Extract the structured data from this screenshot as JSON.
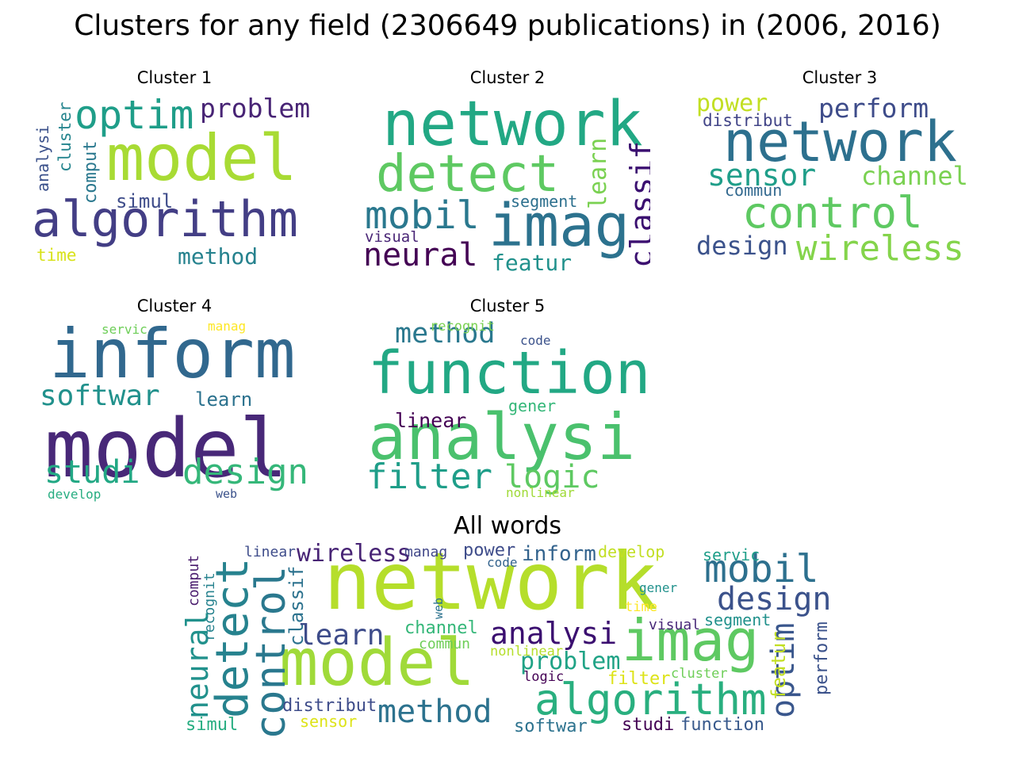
{
  "title": "Clusters for any field (2306649 publications) in (2006, 2016)",
  "panels": [
    {
      "title": "Cluster 1",
      "words": [
        {
          "text": "model",
          "color": "#a8db34"
        },
        {
          "text": "algorithm",
          "color": "#433e85"
        },
        {
          "text": "optim",
          "color": "#1f9e89"
        },
        {
          "text": "problem",
          "color": "#482475"
        },
        {
          "text": "method",
          "color": "#26828e"
        },
        {
          "text": "simul",
          "color": "#3e4c8a"
        },
        {
          "text": "comput",
          "color": "#2a788e"
        },
        {
          "text": "cluster",
          "color": "#25858e"
        },
        {
          "text": "analysi",
          "color": "#3b518b"
        },
        {
          "text": "time",
          "color": "#d8e219"
        }
      ]
    },
    {
      "title": "Cluster 2",
      "words": [
        {
          "text": "network",
          "color": "#22a884"
        },
        {
          "text": "detect",
          "color": "#5ec962"
        },
        {
          "text": "imag",
          "color": "#2c728e"
        },
        {
          "text": "mobil",
          "color": "#2a788e"
        },
        {
          "text": "neural",
          "color": "#440154"
        },
        {
          "text": "classif",
          "color": "#3b0f70"
        },
        {
          "text": "learn",
          "color": "#7ad151"
        },
        {
          "text": "featur",
          "color": "#21918c"
        },
        {
          "text": "segment",
          "color": "#2d708e"
        },
        {
          "text": "visual",
          "color": "#482475"
        }
      ]
    },
    {
      "title": "Cluster 3",
      "words": [
        {
          "text": "network",
          "color": "#2d708e"
        },
        {
          "text": "control",
          "color": "#5ec962"
        },
        {
          "text": "wireless",
          "color": "#84d44b"
        },
        {
          "text": "sensor",
          "color": "#1f9e89"
        },
        {
          "text": "channel",
          "color": "#7ad151"
        },
        {
          "text": "perform",
          "color": "#3e4c8a"
        },
        {
          "text": "power",
          "color": "#c2df23"
        },
        {
          "text": "distribut",
          "color": "#414487"
        },
        {
          "text": "design",
          "color": "#3b528b"
        },
        {
          "text": "commun",
          "color": "#31688e"
        }
      ]
    },
    {
      "title": "Cluster 4",
      "words": [
        {
          "text": "model",
          "color": "#482878"
        },
        {
          "text": "inform",
          "color": "#31688e"
        },
        {
          "text": "softwar",
          "color": "#21918c"
        },
        {
          "text": "design",
          "color": "#35b779"
        },
        {
          "text": "studi",
          "color": "#22a884"
        },
        {
          "text": "learn",
          "color": "#2c728e"
        },
        {
          "text": "servic",
          "color": "#6ece58"
        },
        {
          "text": "manag",
          "color": "#fde725"
        },
        {
          "text": "develop",
          "color": "#27ad81"
        },
        {
          "text": "web",
          "color": "#3b528b"
        }
      ]
    },
    {
      "title": "Cluster 5",
      "words": [
        {
          "text": "function",
          "color": "#22a884"
        },
        {
          "text": "analysi",
          "color": "#4ac16d"
        },
        {
          "text": "filter",
          "color": "#1f9e89"
        },
        {
          "text": "method",
          "color": "#2a788e"
        },
        {
          "text": "logic",
          "color": "#5ec962"
        },
        {
          "text": "gener",
          "color": "#35b779"
        },
        {
          "text": "linear",
          "color": "#440154"
        },
        {
          "text": "recognit",
          "color": "#7ad151"
        },
        {
          "text": "code",
          "color": "#3b528b"
        },
        {
          "text": "nonlinear",
          "color": "#a0da39"
        }
      ]
    }
  ],
  "all": {
    "title": "All words",
    "words": [
      {
        "text": "network",
        "color": "#b5de2b"
      },
      {
        "text": "model",
        "color": "#a0da39"
      },
      {
        "text": "imag",
        "color": "#5ec962"
      },
      {
        "text": "algorithm",
        "color": "#29af7f"
      },
      {
        "text": "detect",
        "color": "#26828e"
      },
      {
        "text": "control",
        "color": "#2a788e"
      },
      {
        "text": "method",
        "color": "#2c728e"
      },
      {
        "text": "mobil",
        "color": "#2d708e"
      },
      {
        "text": "design",
        "color": "#3b528b"
      },
      {
        "text": "analysi",
        "color": "#3b0f70"
      },
      {
        "text": "learn",
        "color": "#3e4c8a"
      },
      {
        "text": "neural",
        "color": "#21918c"
      },
      {
        "text": "optim",
        "color": "#39568c"
      },
      {
        "text": "problem",
        "color": "#20a386"
      },
      {
        "text": "wireless",
        "color": "#482475"
      },
      {
        "text": "classif",
        "color": "#2c728e"
      },
      {
        "text": "inform",
        "color": "#33638d"
      },
      {
        "text": "channel",
        "color": "#35b779"
      },
      {
        "text": "distribut",
        "color": "#3e4c8a"
      },
      {
        "text": "function",
        "color": "#38598c"
      },
      {
        "text": "softwar",
        "color": "#2c728e"
      },
      {
        "text": "studi",
        "color": "#440154"
      },
      {
        "text": "sensor",
        "color": "#dde318"
      },
      {
        "text": "simul",
        "color": "#27ad81"
      },
      {
        "text": "filter",
        "color": "#dde318"
      },
      {
        "text": "segment",
        "color": "#21918c"
      },
      {
        "text": "featur",
        "color": "#c2df23"
      },
      {
        "text": "perform",
        "color": "#3b528b"
      },
      {
        "text": "power",
        "color": "#3e4c8a"
      },
      {
        "text": "manag",
        "color": "#404688"
      },
      {
        "text": "develop",
        "color": "#c2df23"
      },
      {
        "text": "servic",
        "color": "#1f9e89"
      },
      {
        "text": "linear",
        "color": "#3e4c8a"
      },
      {
        "text": "commun",
        "color": "#6ece58"
      },
      {
        "text": "nonlinear",
        "color": "#b5de2b"
      },
      {
        "text": "visual",
        "color": "#482878"
      },
      {
        "text": "logic",
        "color": "#440154"
      },
      {
        "text": "comput",
        "color": "#481a6c"
      },
      {
        "text": "recognit",
        "color": "#26828e"
      },
      {
        "text": "web",
        "color": "#2c728e"
      },
      {
        "text": "code",
        "color": "#33638d"
      },
      {
        "text": "gener",
        "color": "#21918c"
      },
      {
        "text": "time",
        "color": "#fde725"
      },
      {
        "text": "cluster",
        "color": "#6ece58"
      }
    ]
  }
}
